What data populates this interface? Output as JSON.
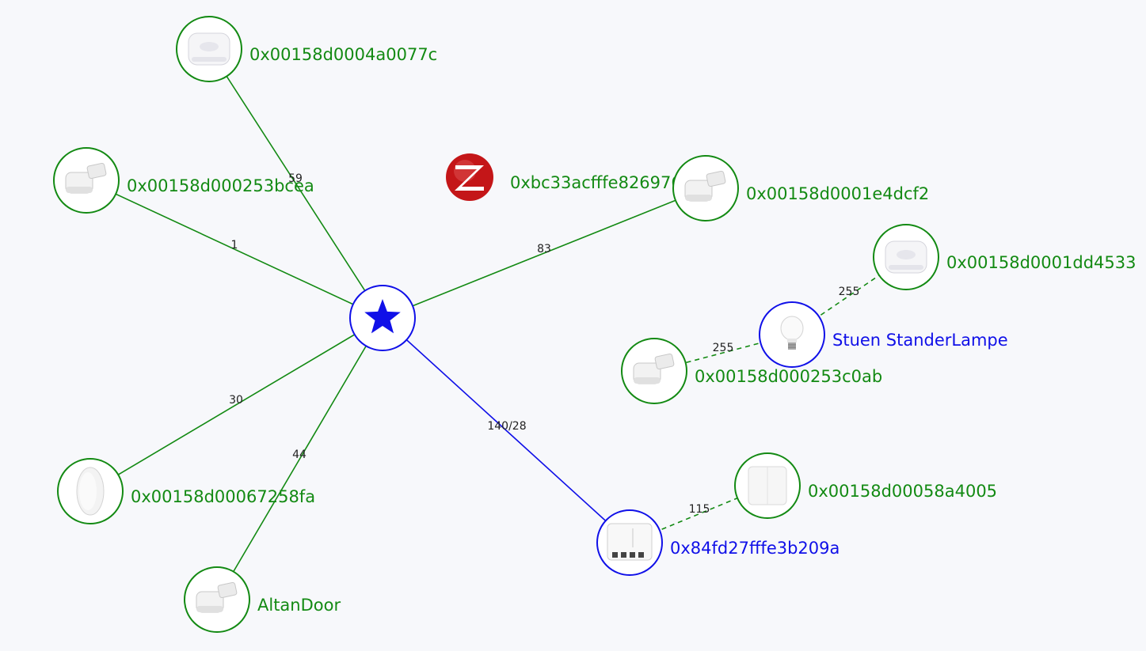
{
  "colors": {
    "background": "#f7f8fb",
    "end_device": "#138a13",
    "router": "#1010e8",
    "coordinator": "#1010e8",
    "link_label": "#222222"
  },
  "coordinator": {
    "icon": "star-icon"
  },
  "nodes": [
    {
      "id": "n1",
      "label": "0x00158d0004a0077c",
      "role": "end_device",
      "icon": "motion-sensor-icon"
    },
    {
      "id": "n2",
      "label": "0x00158d000253bcea",
      "role": "end_device",
      "icon": "door-sensor-icon"
    },
    {
      "id": "n3",
      "label": "0xbc33acfffe826976",
      "role": "unconnected",
      "icon": "zigbee-logo-icon"
    },
    {
      "id": "n4",
      "label": "0x00158d0001e4dcf2",
      "role": "end_device",
      "icon": "door-sensor-icon"
    },
    {
      "id": "n5",
      "label": "0x00158d0001dd4533",
      "role": "end_device",
      "icon": "motion-sensor-icon"
    },
    {
      "id": "n6",
      "label": "Stuen StanderLampe",
      "role": "router",
      "icon": "light-bulb-icon"
    },
    {
      "id": "n7",
      "label": "0x00158d000253c0ab",
      "role": "end_device",
      "icon": "door-sensor-icon"
    },
    {
      "id": "n8",
      "label": "0x00158d00067258fa",
      "role": "end_device",
      "icon": "button-icon"
    },
    {
      "id": "n9",
      "label": "AltanDoor",
      "role": "end_device",
      "icon": "door-sensor-icon"
    },
    {
      "id": "n10",
      "label": "0x00158d00058a4005",
      "role": "end_device",
      "icon": "cube-icon"
    },
    {
      "id": "n11",
      "label": "0x84fd27fffe3b209a",
      "role": "router",
      "icon": "switch-module-icon"
    }
  ],
  "links": [
    {
      "from": "coordinator",
      "to": "n1",
      "label": "59",
      "style": "solid",
      "role": "end_device"
    },
    {
      "from": "coordinator",
      "to": "n2",
      "label": "1",
      "style": "solid",
      "role": "end_device"
    },
    {
      "from": "coordinator",
      "to": "n4",
      "label": "83",
      "style": "solid",
      "role": "end_device"
    },
    {
      "from": "coordinator",
      "to": "n8",
      "label": "30",
      "style": "solid",
      "role": "end_device"
    },
    {
      "from": "coordinator",
      "to": "n9",
      "label": "44",
      "style": "solid",
      "role": "end_device"
    },
    {
      "from": "coordinator",
      "to": "n11",
      "label": "140/28",
      "style": "solid",
      "role": "router"
    },
    {
      "from": "n6",
      "to": "n5",
      "label": "255",
      "style": "dashed",
      "role": "end_device"
    },
    {
      "from": "n6",
      "to": "n7",
      "label": "255",
      "style": "dashed",
      "role": "end_device"
    },
    {
      "from": "n11",
      "to": "n10",
      "label": "115",
      "style": "dashed",
      "role": "end_device"
    }
  ]
}
